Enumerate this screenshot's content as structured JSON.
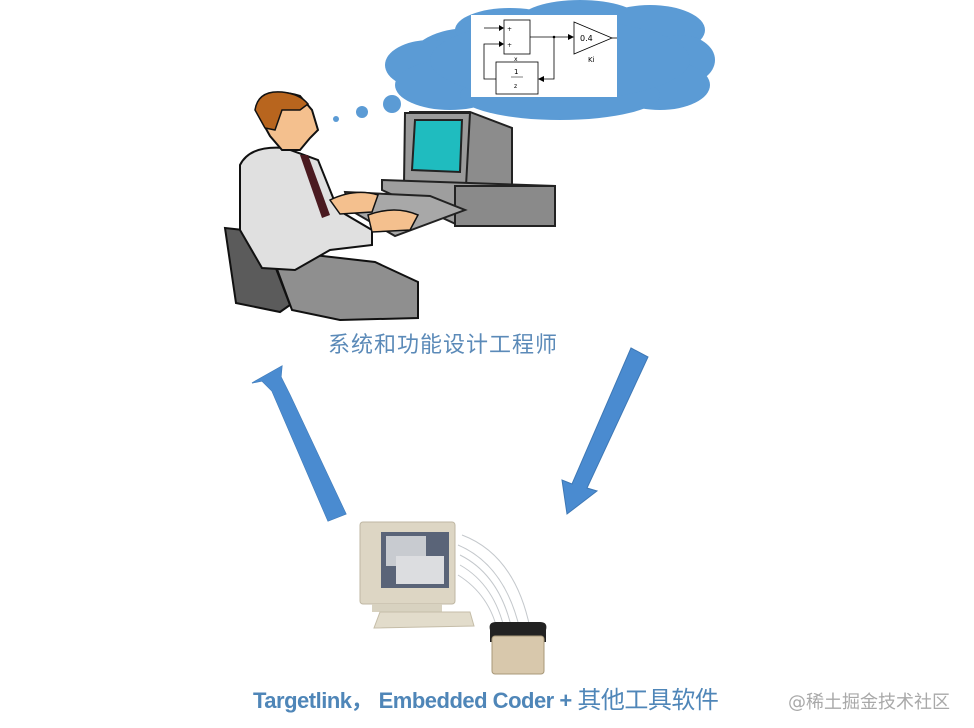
{
  "diagram": {
    "title_top": "系统和功能设计工程师",
    "title_bottom_latin": "Targetlink， Embedded Coder + ",
    "title_bottom_cjk": "其他工具软件",
    "watermark": "@稀土掘金技术社区",
    "thought_bubble": {
      "block_diagram": {
        "sum_inputs": [
          "+",
          "+"
        ],
        "sum_label": "x",
        "delay_numerator": "1",
        "delay_denominator": "z",
        "gain_value": "0.4",
        "gain_label": "Ki"
      }
    },
    "nodes": [
      {
        "id": "engineer",
        "label": "系统和功能设计工程师"
      },
      {
        "id": "tools",
        "label": "Targetlink， Embedded Coder + 其他工具软件"
      }
    ],
    "edges": [
      {
        "from": "engineer",
        "to": "tools",
        "direction": "down-right arrow"
      },
      {
        "from": "tools",
        "to": "engineer",
        "direction": "up-left arrow"
      }
    ],
    "colors": {
      "arrow": "#4a8bd0",
      "cloud": "#5b9bd5",
      "text": "#5b8ab8",
      "monitor_screen": "#1fbcbf"
    }
  }
}
